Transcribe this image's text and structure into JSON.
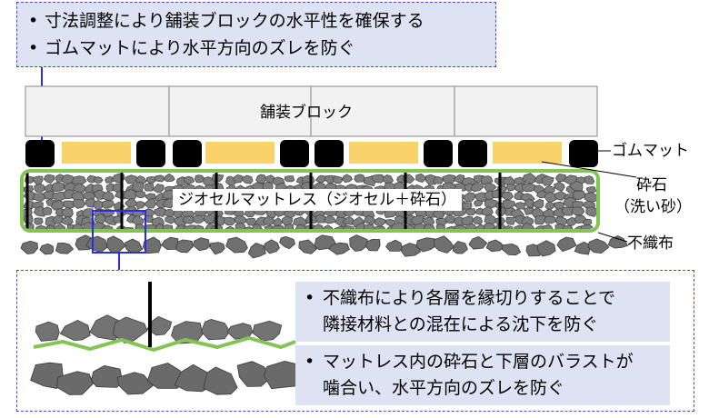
{
  "top_callout": {
    "items": [
      "寸法調整により舗装ブロックの水平性を確保する",
      "ゴムマットにより水平方向のズレを防ぐ"
    ]
  },
  "labels": {
    "paving_block": "舗装ブロック",
    "rubber_mat": "ゴムマット",
    "crushed_stone_line1": "砕石",
    "crushed_stone_line2": "（洗い砂）",
    "geocell_mattress": "ジオセルマットレス（ジオセル＋砕石）",
    "nonwoven": "不織布"
  },
  "bottom_notes": [
    {
      "line1": "不織布により各層を縁切りすることで",
      "line2": "隣接材料との混在による沈下を防ぐ"
    },
    {
      "line1": "マットレス内の砕石と下層のバラストが",
      "line2": "噛合い、水平方向のズレを防ぐ"
    }
  ],
  "colors": {
    "callout_bg": "#dde3f3",
    "callout_border": "#4a4ad8",
    "sand": "#f9d36a",
    "rubber": "#000000",
    "geotextile": "#84c455",
    "stone": "#808080"
  }
}
